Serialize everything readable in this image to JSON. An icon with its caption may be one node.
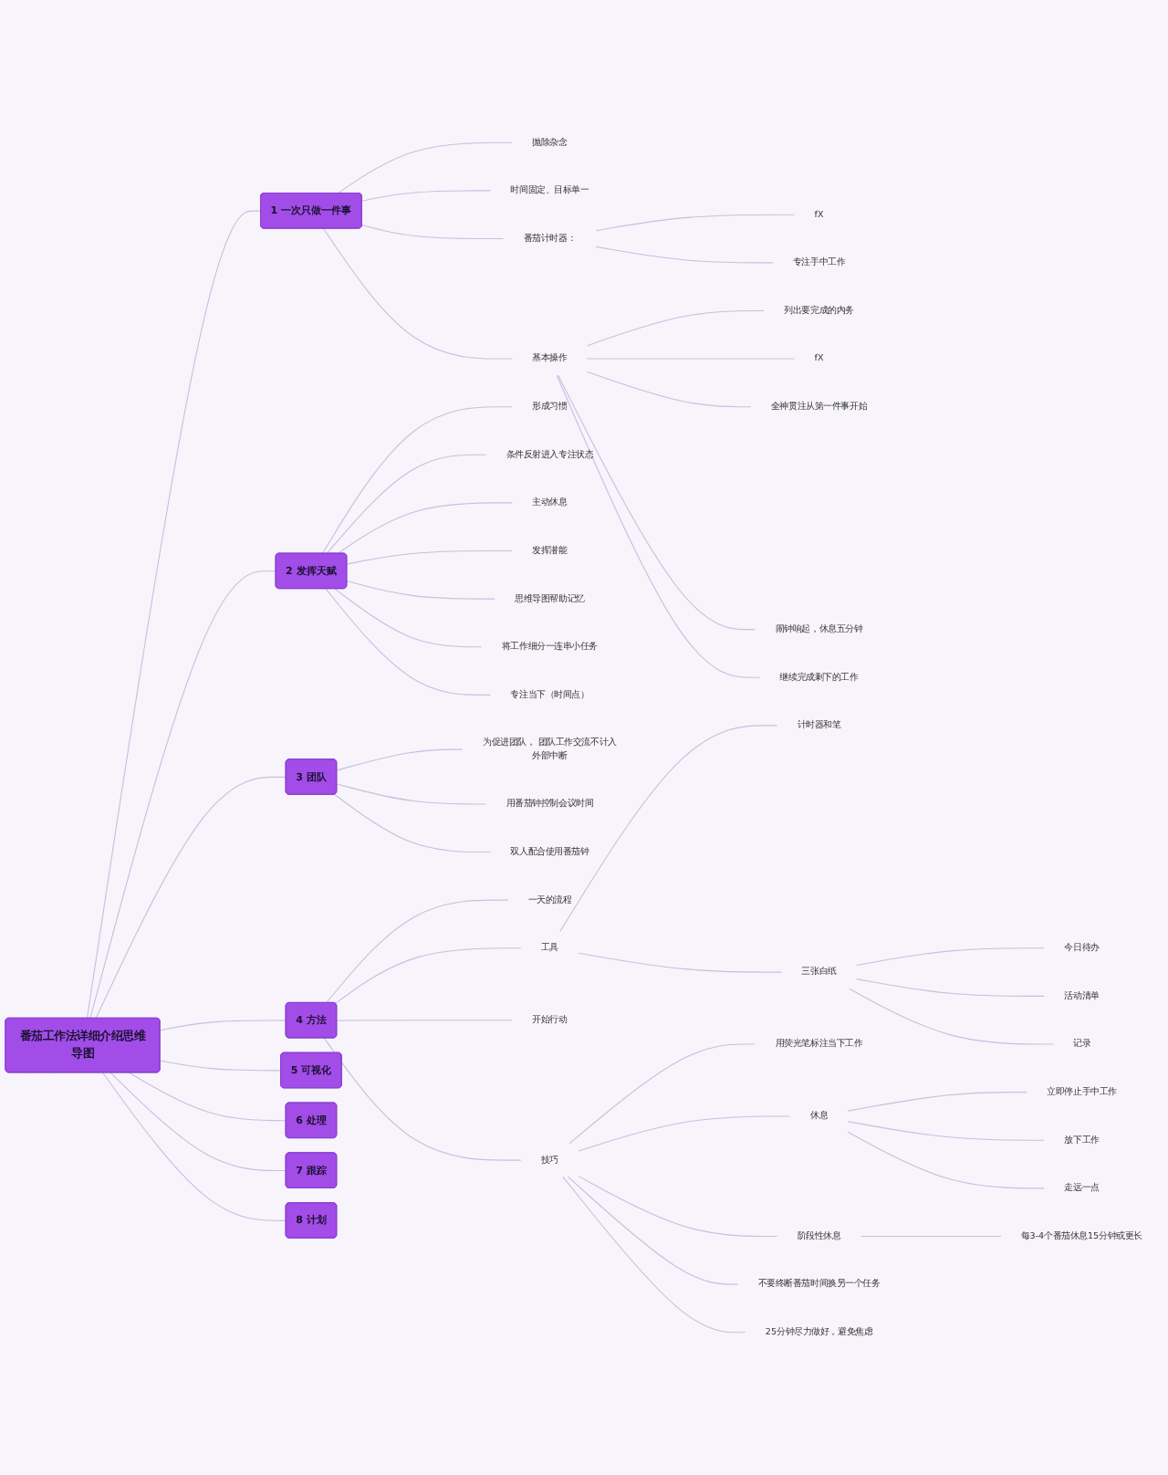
{
  "diagram": {
    "nodes": [
      {
        "text": [
          "番茄工作法详细介绍思维导图"
        ]
      },
      {
        "text": [
          "1",
          "一次只做一件事"
        ]
      },
      {
        "text": [
          "抛除杂念"
        ]
      },
      {
        "text": [
          "时间固定、目标单一"
        ]
      },
      {
        "text": [
          "番茄计时器："
        ]
      },
      {
        "text": [
          "fX"
        ]
      },
      {
        "text": [
          "专注手中工作"
        ]
      },
      {
        "text": [
          "基本操作"
        ]
      },
      {
        "text": [
          "列出要完成的内务"
        ]
      },
      {
        "text": [
          "fX"
        ]
      },
      {
        "text": [
          "全神贯注从第一件事开始"
        ]
      },
      {
        "text": [
          "闹钟响起，休息五分钟"
        ]
      },
      {
        "text": [
          "继续完成剩下的工作"
        ]
      },
      {
        "text": [
          "2",
          "发挥天赋"
        ]
      },
      {
        "text": [
          "形成习惯"
        ]
      },
      {
        "text": [
          "条件反射进入专注状态"
        ]
      },
      {
        "text": [
          "主动休息"
        ]
      },
      {
        "text": [
          "发挥潜能"
        ]
      },
      {
        "text": [
          "思维导图帮助记忆"
        ]
      },
      {
        "text": [
          "将工作细分一连串小任务"
        ]
      },
      {
        "text": [
          "专注当下（时间点）"
        ]
      },
      {
        "text": [
          "3",
          "团队"
        ]
      },
      {
        "text": [
          "为促进团队， 团队工作交流不计入外部中断"
        ]
      },
      {
        "text": [
          "用番茄钟控制会议时间"
        ]
      },
      {
        "text": [
          "双人配合使用番茄钟"
        ]
      },
      {
        "text": [
          "4",
          "方法"
        ]
      },
      {
        "text": [
          "一天的流程"
        ]
      },
      {
        "text": [
          "工具"
        ]
      },
      {
        "text": [
          "计时器和笔"
        ]
      },
      {
        "text": [
          "三张白纸"
        ]
      },
      {
        "text": [
          "今日待办"
        ]
      },
      {
        "text": [
          "活动清单"
        ]
      },
      {
        "text": [
          "记录"
        ]
      },
      {
        "text": [
          "开始行动"
        ]
      },
      {
        "text": [
          "技巧"
        ]
      },
      {
        "text": [
          "用荧光笔标注当下工作"
        ]
      },
      {
        "text": [
          "休息"
        ]
      },
      {
        "text": [
          "立即停止手中工作"
        ]
      },
      {
        "text": [
          "放下工作"
        ]
      },
      {
        "text": [
          "走远一点"
        ]
      },
      {
        "text": [
          "阶段性休息"
        ]
      },
      {
        "text": [
          "每3-4个番茄休息15分钟或更长"
        ]
      },
      {
        "text": [
          "不要终断番茄时间换另一个任务"
        ]
      },
      {
        "text": [
          "25分钟尽力做好，避免焦虑"
        ]
      },
      {
        "text": [
          "5",
          "可视化"
        ]
      },
      {
        "text": [
          "6",
          "处理"
        ]
      },
      {
        "text": [
          "7",
          "跟踪"
        ]
      },
      {
        "text": [
          "8",
          "计划"
        ]
      }
    ],
    "edges": [
      {
        "from": 0,
        "to": 1,
        "arrow": "none"
      },
      {
        "from": 1,
        "to": 2,
        "arrow": "none"
      },
      {
        "from": 1,
        "to": 3,
        "arrow": "none"
      },
      {
        "from": 1,
        "to": 4,
        "arrow": "none"
      },
      {
        "from": 4,
        "to": 5,
        "arrow": "none"
      },
      {
        "from": 4,
        "to": 6,
        "arrow": "none"
      },
      {
        "from": 1,
        "to": 7,
        "arrow": "none"
      },
      {
        "from": 7,
        "to": 8,
        "arrow": "none"
      },
      {
        "from": 7,
        "to": 9,
        "arrow": "none"
      },
      {
        "from": 7,
        "to": 10,
        "arrow": "none"
      },
      {
        "from": 7,
        "to": 11,
        "arrow": "none"
      },
      {
        "from": 7,
        "to": 12,
        "arrow": "none"
      },
      {
        "from": 0,
        "to": 13,
        "arrow": "none"
      },
      {
        "from": 13,
        "to": 14,
        "arrow": "none"
      },
      {
        "from": 13,
        "to": 15,
        "arrow": "none"
      },
      {
        "from": 13,
        "to": 16,
        "arrow": "none"
      },
      {
        "from": 13,
        "to": 17,
        "arrow": "none"
      },
      {
        "from": 13,
        "to": 18,
        "arrow": "none"
      },
      {
        "from": 13,
        "to": 19,
        "arrow": "none"
      },
      {
        "from": 13,
        "to": 20,
        "arrow": "none"
      },
      {
        "from": 0,
        "to": 21,
        "arrow": "none"
      },
      {
        "from": 21,
        "to": 22,
        "arrow": "none"
      },
      {
        "from": 21,
        "to": 23,
        "arrow": "none"
      },
      {
        "from": 21,
        "to": 24,
        "arrow": "none"
      },
      {
        "from": 0,
        "to": 25,
        "arrow": "none"
      },
      {
        "from": 25,
        "to": 26,
        "arrow": "none"
      },
      {
        "from": 25,
        "to": 27,
        "arrow": "none"
      },
      {
        "from": 27,
        "to": 28,
        "arrow": "none"
      },
      {
        "from": 27,
        "to": 29,
        "arrow": "none"
      },
      {
        "from": 29,
        "to": 30,
        "arrow": "none"
      },
      {
        "from": 29,
        "to": 31,
        "arrow": "none"
      },
      {
        "from": 29,
        "to": 32,
        "arrow": "none"
      },
      {
        "from": 25,
        "to": 33,
        "arrow": "none"
      },
      {
        "from": 25,
        "to": 34,
        "arrow": "none"
      },
      {
        "from": 34,
        "to": 35,
        "arrow": "none"
      },
      {
        "from": 34,
        "to": 36,
        "arrow": "none"
      },
      {
        "from": 36,
        "to": 37,
        "arrow": "none"
      },
      {
        "from": 36,
        "to": 38,
        "arrow": "none"
      },
      {
        "from": 36,
        "to": 39,
        "arrow": "none"
      },
      {
        "from": 34,
        "to": 40,
        "arrow": "none"
      },
      {
        "from": 40,
        "to": 41,
        "arrow": "none"
      },
      {
        "from": 34,
        "to": 42,
        "arrow": "none"
      },
      {
        "from": 34,
        "to": 43,
        "arrow": "none"
      },
      {
        "from": 0,
        "to": 44,
        "arrow": "none"
      },
      {
        "from": 0,
        "to": 45,
        "arrow": "none"
      },
      {
        "from": 0,
        "to": 46,
        "arrow": "none"
      },
      {
        "from": 0,
        "to": 47,
        "arrow": "none"
      }
    ]
  }
}
